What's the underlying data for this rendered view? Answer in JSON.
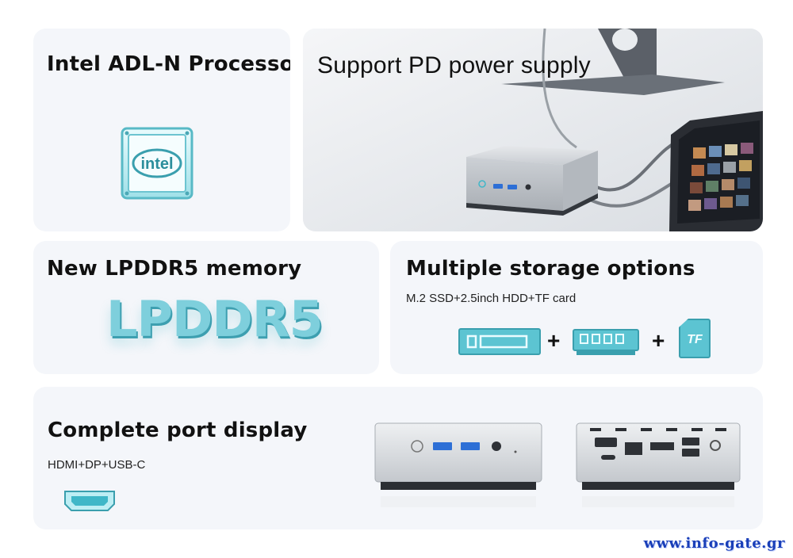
{
  "cards": {
    "processor": {
      "title": "Intel ADL-N Processor",
      "logo_text": "intel"
    },
    "power": {
      "title": "Support PD power supply"
    },
    "memory": {
      "title": "New LPDDR5 memory",
      "graphic_text": "LPDDR5"
    },
    "storage": {
      "title": "Multiple storage options",
      "subtitle": "M.2 SSD+2.5inch HDD+TF card",
      "plus": "+",
      "tf_label": "TF"
    },
    "ports": {
      "title": "Complete port display",
      "subtitle": "HDMI+DP+USB-C"
    }
  },
  "watermark": "www.info-gate.gr",
  "colors": {
    "accent": "#3fb7c8",
    "card_bg": "#f4f6fa",
    "watermark": "#1a3fb8"
  }
}
